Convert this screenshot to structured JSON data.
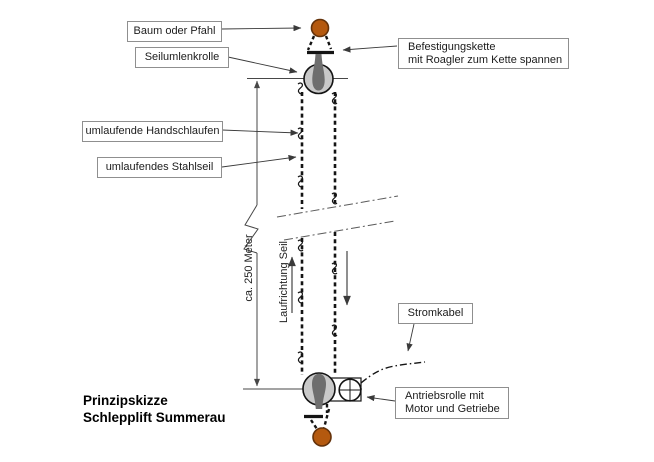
{
  "title": {
    "line1": "Prinzipskizze",
    "line2": "Schlepplift Summerau"
  },
  "callouts": {
    "baum": "Baum oder Pfahl",
    "seilumlenkrolle": "Seilumlenkrolle",
    "befestigungskette": [
      "Befestigungskette",
      "mit Roagler zum Kette spannen"
    ],
    "handschlaufen": "umlaufende Handschlaufen",
    "stahlseil": "umlaufendes Stahlseil",
    "stromkabel": "Stromkabel",
    "antriebsrolle": [
      "Antriebsrolle mit",
      "Motor und Getriebe"
    ]
  },
  "annotations": {
    "distance": "ca. 250 Meter",
    "direction": "Laufrichtung Seil"
  },
  "colors": {
    "pole-fill": "#b4590f",
    "pole-stroke": "#64320a",
    "pulley-fill": "#c9c9c9",
    "pulley-stroke": "#141414",
    "hub-fill": "#6e6e6e",
    "ink": "#141414",
    "box-border": "#8f8f8f",
    "background": "#ffffff"
  }
}
